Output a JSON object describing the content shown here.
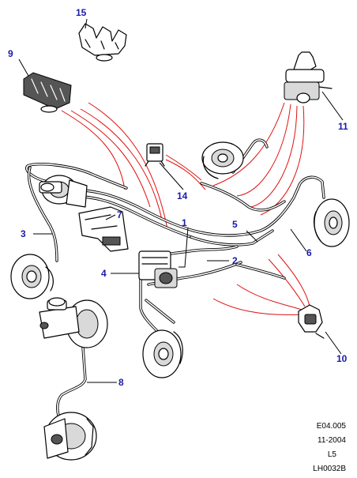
{
  "diagram": {
    "callouts": {
      "c1": "1",
      "c2": "2",
      "c3": "3",
      "c4": "4",
      "c5": "5",
      "c6": "6",
      "c7": "7",
      "c8": "8",
      "c9": "9",
      "c10": "10",
      "c11": "11",
      "c14": "14",
      "c15": "15"
    },
    "colors": {
      "callout": "#1a1aa8",
      "leader_red": "#e01010",
      "line": "#000000"
    }
  },
  "footer": {
    "code": "E04.005",
    "date": "11-2004",
    "level": "L5",
    "ref": "LH0032B"
  }
}
